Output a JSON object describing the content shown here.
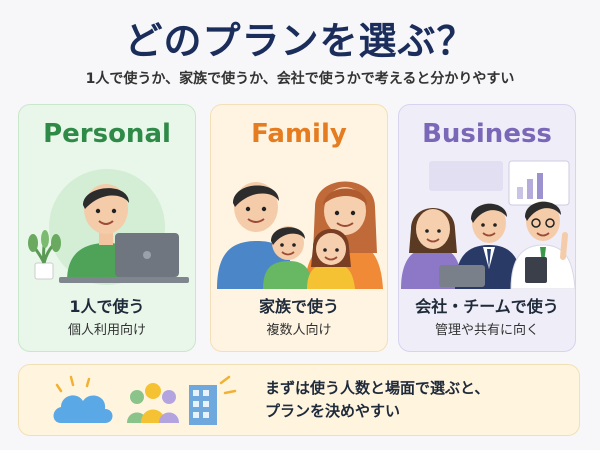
{
  "header": {
    "title": "どのプランを選ぶ？",
    "subtitle": "1人で使うか、家族で使うか、会社で使うかで考えると分かりやすい"
  },
  "cards": [
    {
      "title": "Personal",
      "main": "1人で使う",
      "sub": "個人利用向け",
      "accent": "#2f8a47"
    },
    {
      "title": "Family",
      "main": "家族で使う",
      "sub": "複数人向け",
      "accent": "#e57c1f"
    },
    {
      "title": "Business",
      "main": "会社・チームで使う",
      "sub": "管理や共有に向く",
      "accent": "#7a67b8"
    }
  ],
  "banner": {
    "line1": "まずは使う人数と場面で選ぶと、",
    "line2": "プランを決めやすい",
    "icons": [
      "cloud-icon",
      "people-icon",
      "building-icon"
    ]
  }
}
